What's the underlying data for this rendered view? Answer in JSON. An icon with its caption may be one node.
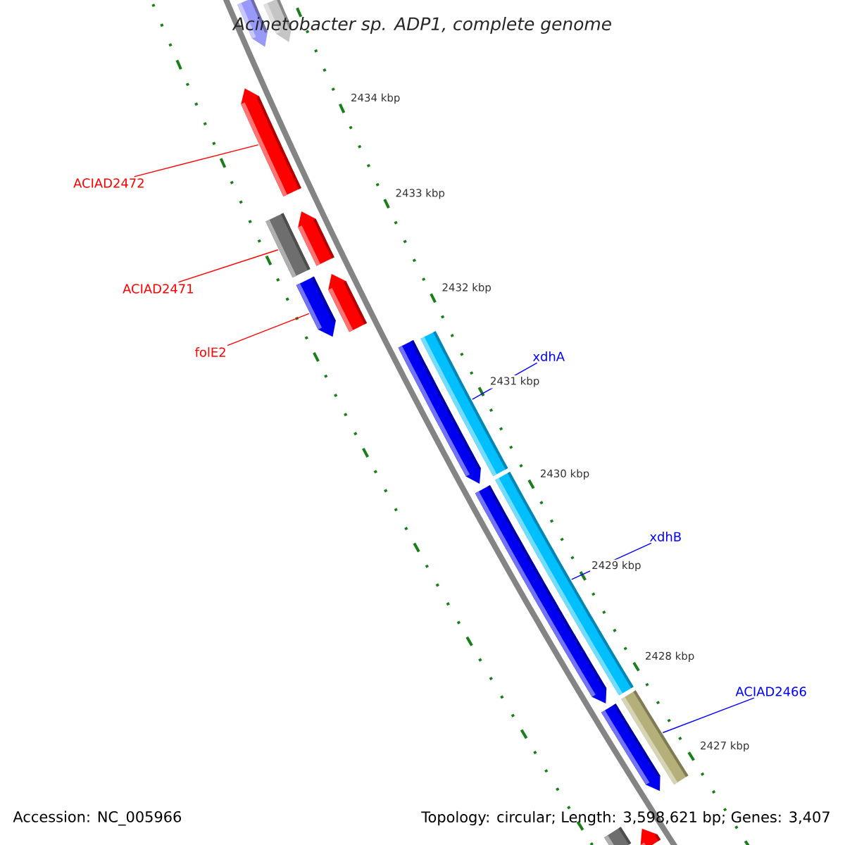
{
  "diagram": {
    "title": "Acinetobacter sp. ADP1, complete genome",
    "nodes": [
      {
        "text": [
          "ACIAD2472"
        ]
      },
      {
        "text": [
          "ACIAD2471"
        ]
      },
      {
        "text": [
          "folE2"
        ]
      },
      {
        "text": [
          "xdhA"
        ]
      },
      {
        "text": [
          "xdhB"
        ]
      },
      {
        "text": [
          "ACIAD2466"
        ]
      },
      {
        "text": [],
        "shape": "bar"
      },
      {
        "text": [],
        "shape": "bar"
      },
      {
        "text": [],
        "shape": "bar"
      },
      {
        "text": [],
        "shape": "bar"
      },
      {
        "text": [],
        "shape": "bar"
      },
      {
        "text": [],
        "shape": "bar"
      },
      {
        "text": [],
        "shape": "bar"
      },
      {
        "text": [],
        "shape": "bar"
      },
      {
        "text": [],
        "shape": "bar"
      },
      {
        "text": [],
        "shape": "bar"
      },
      {
        "text": [],
        "shape": "bar"
      },
      {
        "text": [],
        "shape": "bar"
      },
      {
        "text": [],
        "shape": "bar"
      },
      {
        "text": [],
        "shape": "bar"
      },
      {
        "text": [],
        "shape": "bar"
      }
    ],
    "edges": [
      {
        "from": 0,
        "to": 8,
        "arrow": "none",
        "color": "#ff0000"
      },
      {
        "from": 1,
        "to": 9,
        "arrow": "none",
        "color": "#ff0000"
      },
      {
        "from": 2,
        "to": 11,
        "arrow": "none",
        "color": "#ff0000"
      },
      {
        "from": 3,
        "to": 13,
        "arrow": "none",
        "color": "#0000ff"
      },
      {
        "from": 4,
        "to": 15,
        "arrow": "none",
        "color": "#0000ff"
      },
      {
        "from": 5,
        "to": 17,
        "arrow": "none",
        "color": "#0000ff"
      }
    ],
    "labels": [
      "2434 kbp",
      "2433 kbp",
      "2432 kbp",
      "2431 kbp",
      "2430 kbp",
      "2429 kbp",
      "2428 kbp",
      "2427 kbp",
      "Accession: NC_005966",
      "Topology: circular; Length: 3,598,621 bp; Genes: 3,407"
    ]
  }
}
